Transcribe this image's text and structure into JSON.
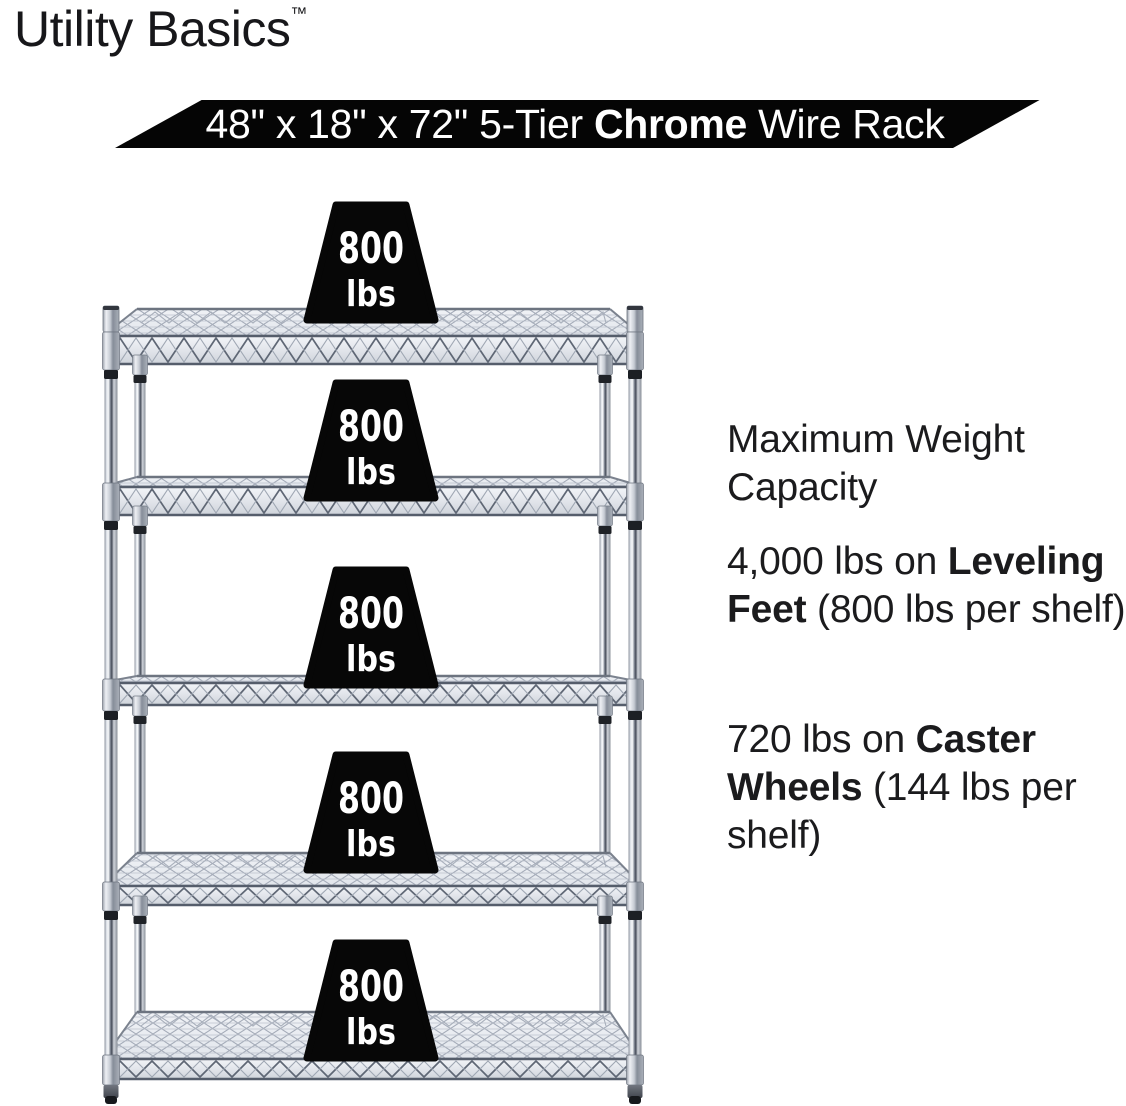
{
  "brand": {
    "name": "Utility Basics",
    "trademark": "™"
  },
  "banner": {
    "prefix": "48\" x 18\" x 72\" 5-Tier ",
    "bold": "Chrome",
    "suffix": " Wire Rack",
    "bg_color": "#050505",
    "text_color": "#ffffff"
  },
  "rack": {
    "finish": "Chrome",
    "tiers": [
      {
        "weight": "800",
        "unit": "lbs"
      },
      {
        "weight": "800",
        "unit": "lbs"
      },
      {
        "weight": "800",
        "unit": "lbs"
      },
      {
        "weight": "800",
        "unit": "lbs"
      },
      {
        "weight": "800",
        "unit": "lbs"
      }
    ]
  },
  "capacity_info": {
    "heading": "Maximum Weight Capacity",
    "leveling": {
      "prefix": "4,000 lbs on ",
      "bold": "Leveling Feet",
      "suffix": " (800 lbs per shelf)"
    },
    "caster": {
      "prefix": "720 lbs on ",
      "bold": "Caster Wheels",
      "suffix": " (144 lbs per shelf)"
    }
  },
  "colors": {
    "background": "#ffffff",
    "accent_black": "#050505",
    "body_text": "#1b1b1d",
    "chrome_light": "#eef0f4",
    "chrome_dark": "#6b7280"
  }
}
